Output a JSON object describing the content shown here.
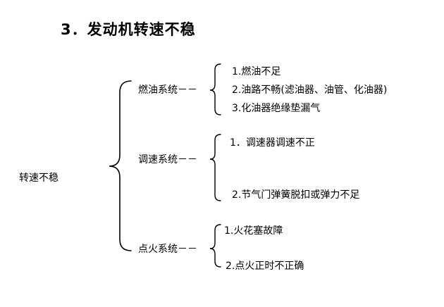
{
  "title": "3．发动机转速不稳",
  "root": "转速不稳",
  "systems": [
    {
      "label": "燃油系统－－",
      "causes": [
        "1.燃油不足",
        "2.油路不畅(滤油器、油管、化油器)",
        "3.化油器绝缘垫漏气"
      ]
    },
    {
      "label": "调速系统－－",
      "causes": [
        "1．调速器调速不正",
        "2.节气门弹簧脱扣或弹力不足"
      ]
    },
    {
      "label": "点火系统－－",
      "causes": [
        "1.火花塞故障",
        "2.点火正时不正确"
      ]
    }
  ]
}
